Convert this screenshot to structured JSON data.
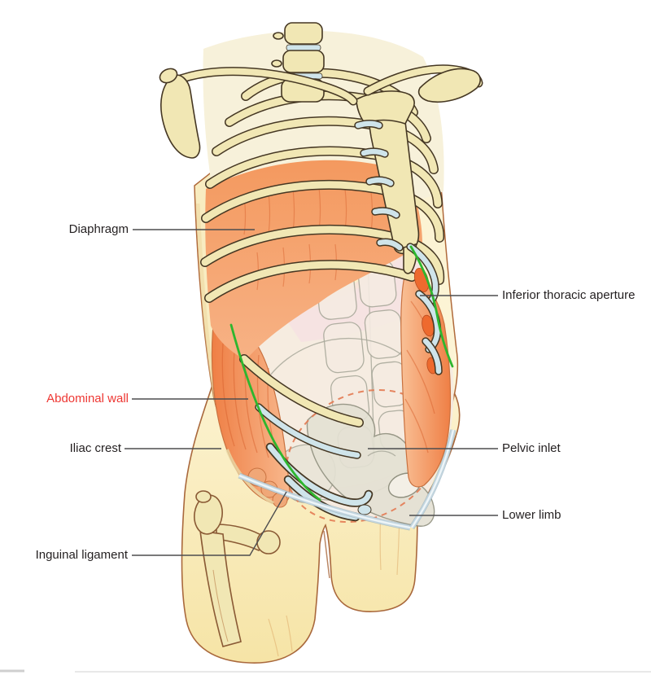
{
  "figure": {
    "description": "Anatomical illustration of the trunk showing the abdominal wall, rib cage, pelvis and upper thighs",
    "labels": [
      {
        "id": "diaphragm",
        "text": "Diaphragm",
        "side": "left"
      },
      {
        "id": "inferior-thoracic-aperture",
        "text": "Inferior thoracic aperture",
        "side": "right"
      },
      {
        "id": "abdominal-wall",
        "text": "Abdominal wall",
        "side": "left",
        "emphasis": "red"
      },
      {
        "id": "iliac-crest",
        "text": "Iliac crest",
        "side": "left"
      },
      {
        "id": "pelvic-inlet",
        "text": "Pelvic inlet",
        "side": "right"
      },
      {
        "id": "lower-limb",
        "text": "Lower limb",
        "side": "right"
      },
      {
        "id": "inguinal-ligament",
        "text": "Inguinal ligament",
        "side": "left"
      }
    ]
  },
  "theme": {
    "bg": "#ffffff",
    "label": "#231f20",
    "labelRed": "#ee3733",
    "leader": "#4d4d4f",
    "skinEdge": "#a9683c",
    "bone": "#f1e7b4",
    "boneEdge": "#453723",
    "cartilage": "#cfe4ea",
    "muscleDeep": "#ee6a2e",
    "muscleFiber": "#d85f2c",
    "green": "#2eb62e",
    "windowFill": "#f5ebe2",
    "windowPink": "#f6dde2",
    "organLine": "#a9a99b",
    "boneGhost": "#e4e1d3",
    "boneGhostEdge": "#90907f",
    "inletDash": "#e37a52",
    "inguinal": "#c2d5df",
    "inguinalEdge": "#7f9cae",
    "pageLine": "#e8e8e8"
  }
}
